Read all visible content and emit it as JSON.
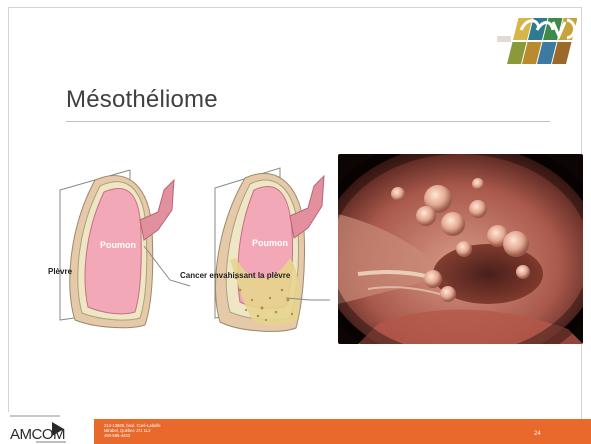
{
  "slide": {
    "title": "Mésothéliome",
    "page_number": "24"
  },
  "diagram": {
    "left_lung_label": "Poumon",
    "left_pleura_label": "Plèvre",
    "right_lung_label": "Poumon",
    "right_cancer_label": "Cancer envahissant la plèvre"
  },
  "footer": {
    "address_line1": "214-13665, boul. Curé-Labelle",
    "address_line2": "Mirabel, Québec J7J 1L2",
    "address_line3": "450-565-4433",
    "bg_color": "#e9692c"
  },
  "logos": {
    "top_right_alt": "GCMD logo",
    "bottom_left_alt": "AMCOM logo"
  }
}
